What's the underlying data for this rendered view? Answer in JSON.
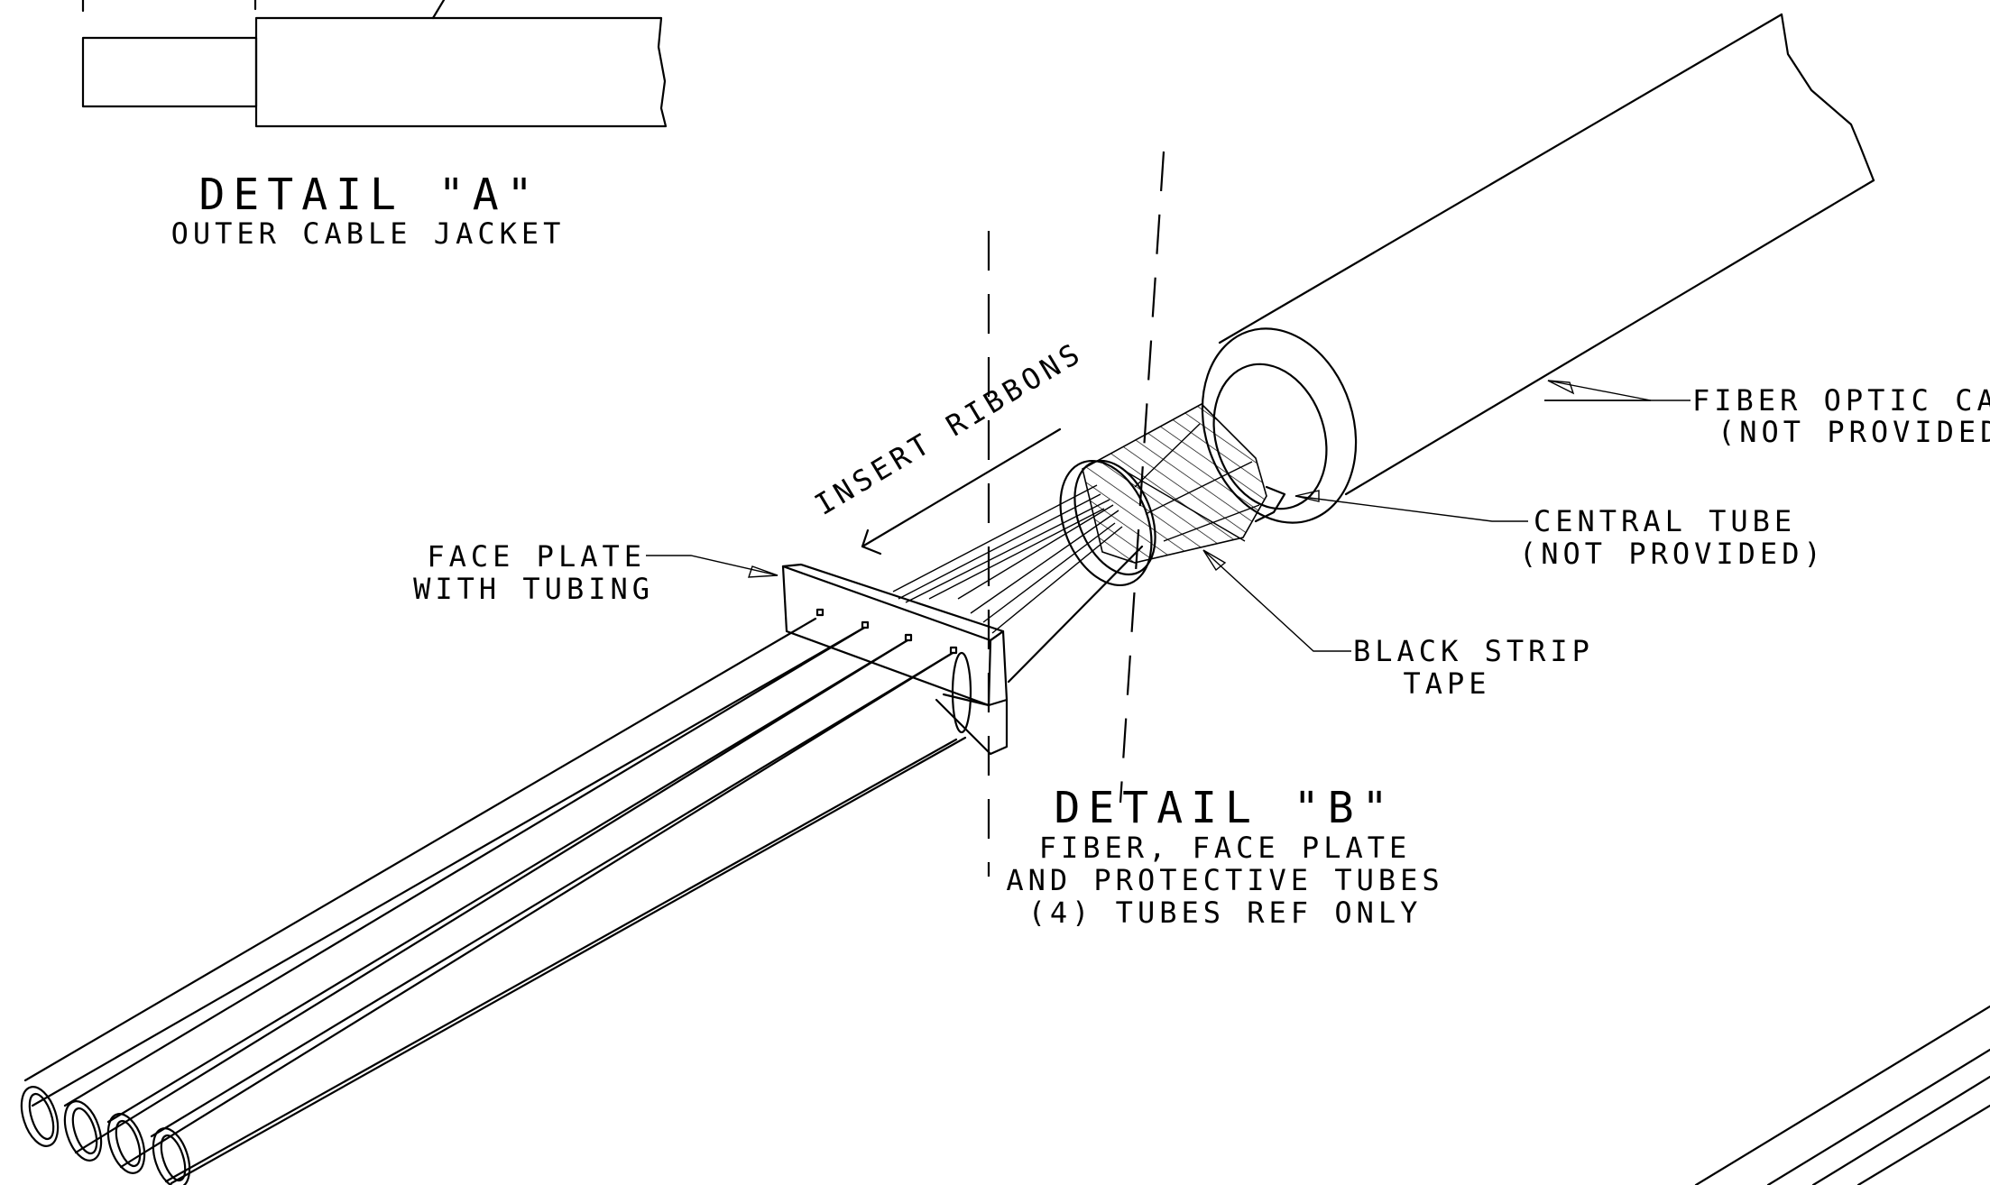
{
  "detail_a": {
    "title": "DETAIL \"A\"",
    "subtitle": "OUTER CABLE JACKET"
  },
  "detail_b": {
    "title": "DETAIL \"B\"",
    "lines": [
      "FIBER, FACE PLATE",
      "AND PROTECTIVE TUBES",
      "(4) TUBES REF ONLY"
    ]
  },
  "callouts": {
    "insert_ribbons": "INSERT RIBBONS",
    "face_plate": [
      "FACE PLATE",
      "WITH TUBING"
    ],
    "fiber_optic_cable": [
      "FIBER OPTIC CABLE",
      "(NOT PROVIDED)"
    ],
    "central_tube": [
      "CENTRAL TUBE",
      "(NOT PROVIDED)"
    ],
    "black_strip_tape": [
      "BLACK STRIP",
      "TAPE"
    ]
  },
  "colors": {
    "line": "#000000",
    "background": "#ffffff"
  }
}
